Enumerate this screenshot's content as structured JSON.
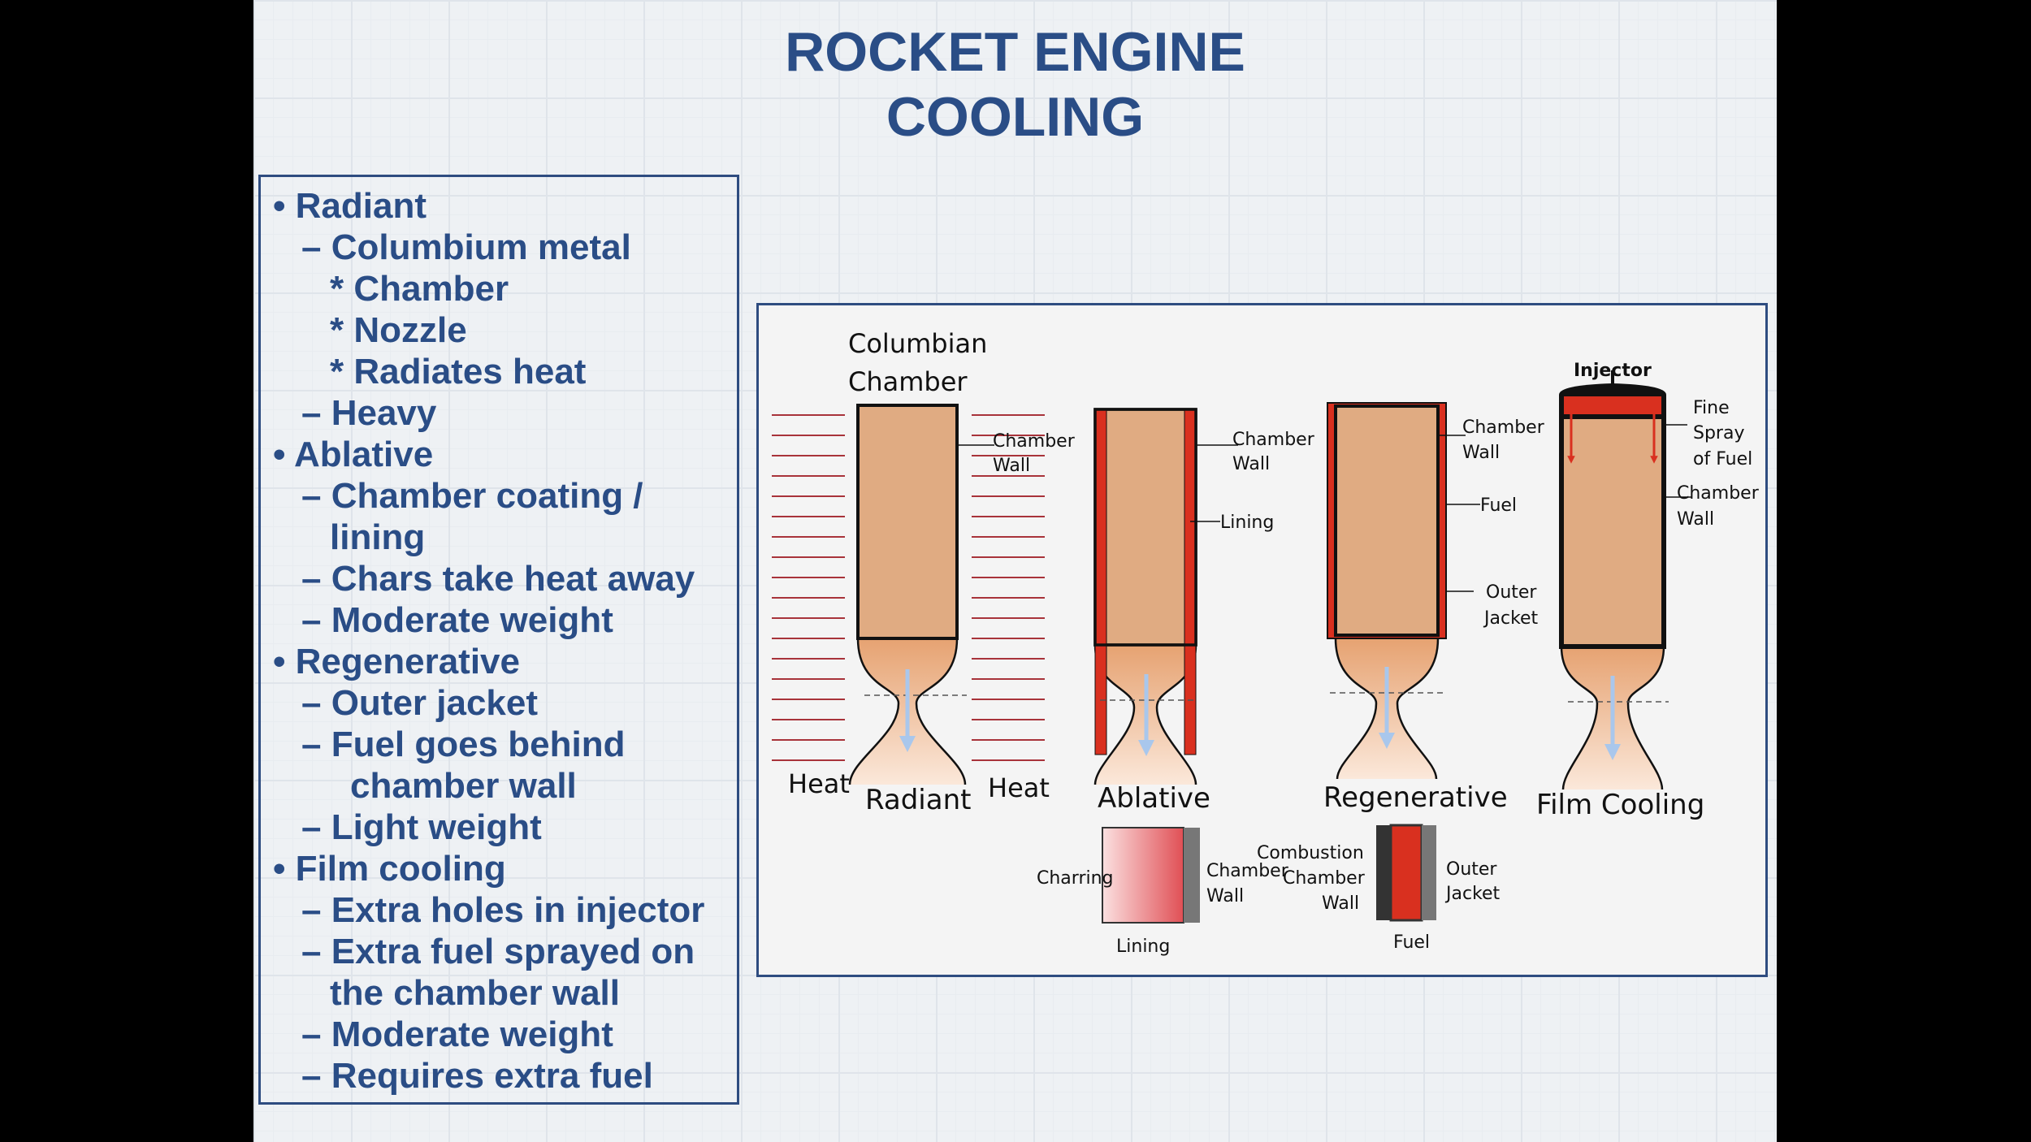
{
  "title": {
    "line1": "ROCKET ENGINE",
    "line2": "COOLING"
  },
  "bullets": [
    {
      "text": "• Radiant"
    },
    {
      "text": "– Columbium metal"
    },
    {
      "text": "* Chamber"
    },
    {
      "text": "* Nozzle"
    },
    {
      "text": "* Radiates heat"
    },
    {
      "text": "– Heavy"
    },
    {
      "text": "• Ablative"
    },
    {
      "text": "– Chamber coating /"
    },
    {
      "text": "lining"
    },
    {
      "text": "– Chars take heat away"
    },
    {
      "text": "– Moderate weight"
    },
    {
      "text": "• Regenerative"
    },
    {
      "text": "– Outer jacket"
    },
    {
      "text": "– Fuel goes behind"
    },
    {
      "text": "chamber wall"
    },
    {
      "text": "– Light weight"
    },
    {
      "text": "• Film cooling"
    },
    {
      "text": "– Extra holes in injector"
    },
    {
      "text": "– Extra fuel sprayed on"
    },
    {
      "text": "the chamber wall"
    },
    {
      "text": "– Moderate weight"
    },
    {
      "text": "– Requires extra fuel"
    }
  ],
  "diagram": {
    "radiant": {
      "chamber_label_1": "Columbian",
      "chamber_label_2": "Chamber",
      "wall_label_1": "Chamber",
      "wall_label_2": "Wall",
      "heat_left": "Heat",
      "heat_right": "Heat",
      "caption": "Radiant"
    },
    "ablative": {
      "wall_label_1": "Chamber",
      "wall_label_2": "Wall",
      "lining_label": "Lining",
      "caption": "Ablative",
      "detail_charring": "Charring",
      "detail_wall_1": "Chamber",
      "detail_wall_2": "Wall",
      "detail_lining": "Lining"
    },
    "regenerative": {
      "wall_label_1": "Chamber",
      "wall_label_2": "Wall",
      "fuel_label": "Fuel",
      "jacket_label_1": "Outer",
      "jacket_label_2": "Jacket",
      "caption": "Regenerative",
      "detail_combustion": "Combustion",
      "detail_chamber": "Chamber",
      "detail_wall": "Wall",
      "detail_outer": "Outer",
      "detail_jacket": "Jacket",
      "detail_fuel": "Fuel"
    },
    "film": {
      "injector_label": "Injector",
      "spray_1": "Fine",
      "spray_2": "Spray",
      "spray_3": "of Fuel",
      "wall_label_1": "Chamber",
      "wall_label_2": "Wall",
      "caption": "Film Cooling"
    }
  },
  "colors": {
    "title": "#2a4d86",
    "chamber_fill": "#e0ab82",
    "lining_red": "#d9301f",
    "heat_lines": "#a8333a",
    "exhaust_arrow": "#a9c7ec"
  }
}
